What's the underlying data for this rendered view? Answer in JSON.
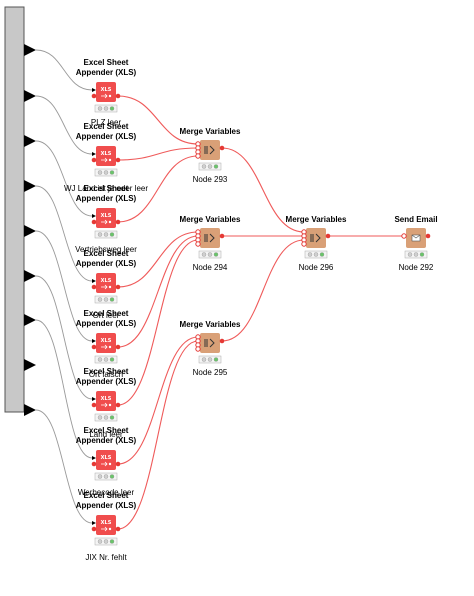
{
  "workflow": {
    "source_ports": 9,
    "colors": {
      "excel_node": "#f04d4d",
      "flow_node": "#d9a077",
      "flow_port": "#e53935",
      "wire_red": "#ef5a5a",
      "wire_grey": "#9a9a9a",
      "status_green": "#6ac46a",
      "status_grey": "#cfcfcf",
      "block_fill": "#c8c8c8"
    },
    "excel_nodes": [
      {
        "title": "Excel Sheet Appender (XLS)",
        "label": "PLZ leer"
      },
      {
        "title": "Excel Sheet Appender (XLS)",
        "label": "WJ Land ist ja oder leer"
      },
      {
        "title": "Excel Sheet Appender (XLS)",
        "label": "Vertriebsweg leer"
      },
      {
        "title": "Excel Sheet Appender (XLS)",
        "label": "Ort leer"
      },
      {
        "title": "Excel Sheet Appender (XLS)",
        "label": "Ort falsch"
      },
      {
        "title": "Excel Sheet Appender (XLS)",
        "label": "Land leer"
      },
      {
        "title": "Excel Sheet Appender (XLS)",
        "label": "Werbecode leer"
      },
      {
        "title": "Excel Sheet Appender (XLS)",
        "label": "JIX Nr. fehlt"
      }
    ],
    "merge_nodes": [
      {
        "title": "Merge Variables",
        "label": "Node 293"
      },
      {
        "title": "Merge Variables",
        "label": "Node 294"
      },
      {
        "title": "Merge Variables",
        "label": "Node 295"
      },
      {
        "title": "Merge Variables",
        "label": "Node 296"
      }
    ],
    "email_node": {
      "title": "Send Email",
      "label": "Node 292"
    }
  }
}
